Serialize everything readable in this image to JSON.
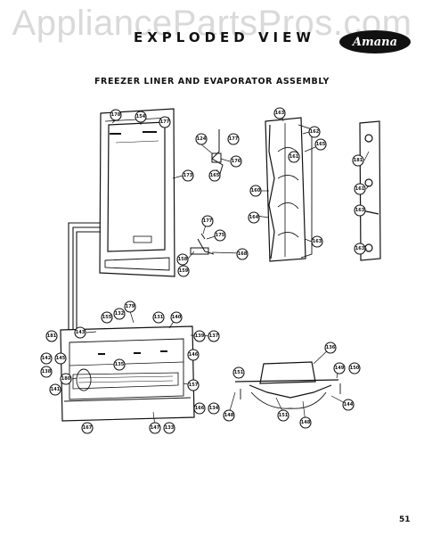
{
  "watermark": "AppliancePartsPros.com",
  "header": {
    "title": "EXPLODED VIEW",
    "brand": "Amana"
  },
  "section_title": "FREEZER LINER AND EVAPORATOR ASSEMBLY",
  "page_number": "51",
  "callouts": [
    {
      "id": "c1",
      "label": "178"
    },
    {
      "id": "c2",
      "label": "154"
    },
    {
      "id": "c3",
      "label": "177"
    },
    {
      "id": "c4",
      "label": "173"
    },
    {
      "id": "c5",
      "label": "124"
    },
    {
      "id": "c6",
      "label": "177"
    },
    {
      "id": "c7",
      "label": "176"
    },
    {
      "id": "c8",
      "label": "165"
    },
    {
      "id": "c9",
      "label": "163"
    },
    {
      "id": "c10",
      "label": "162"
    },
    {
      "id": "c11",
      "label": "165"
    },
    {
      "id": "c12",
      "label": "161"
    },
    {
      "id": "c13",
      "label": "181"
    },
    {
      "id": "c14",
      "label": "160"
    },
    {
      "id": "c15",
      "label": "161"
    },
    {
      "id": "c16",
      "label": "163"
    },
    {
      "id": "c17",
      "label": "164"
    },
    {
      "id": "c18",
      "label": "163"
    },
    {
      "id": "c19",
      "label": "163"
    },
    {
      "id": "c20",
      "label": "177"
    },
    {
      "id": "c21",
      "label": "175"
    },
    {
      "id": "c22",
      "label": "158"
    },
    {
      "id": "c23",
      "label": "168"
    },
    {
      "id": "c24",
      "label": "159"
    },
    {
      "id": "c25",
      "label": "179"
    },
    {
      "id": "c26",
      "label": "155"
    },
    {
      "id": "c27",
      "label": "132"
    },
    {
      "id": "c28",
      "label": "131"
    },
    {
      "id": "c29",
      "label": "140"
    },
    {
      "id": "c30",
      "label": "139"
    },
    {
      "id": "c31",
      "label": "137"
    },
    {
      "id": "c32",
      "label": "181"
    },
    {
      "id": "c33",
      "label": "143"
    },
    {
      "id": "c34",
      "label": "142"
    },
    {
      "id": "c35",
      "label": "145"
    },
    {
      "id": "c36",
      "label": "138"
    },
    {
      "id": "c37",
      "label": "141"
    },
    {
      "id": "c38",
      "label": "180"
    },
    {
      "id": "c39",
      "label": "146"
    },
    {
      "id": "c40",
      "label": "157"
    },
    {
      "id": "c41",
      "label": "166"
    },
    {
      "id": "c42",
      "label": "134"
    },
    {
      "id": "c43",
      "label": "167"
    },
    {
      "id": "c44",
      "label": "147"
    },
    {
      "id": "c45",
      "label": "133"
    },
    {
      "id": "c46",
      "label": "135"
    },
    {
      "id": "c47",
      "label": "136"
    },
    {
      "id": "c48",
      "label": "151"
    },
    {
      "id": "c49",
      "label": "149"
    },
    {
      "id": "c50",
      "label": "150"
    },
    {
      "id": "c51",
      "label": "148"
    },
    {
      "id": "c52",
      "label": "144"
    }
  ]
}
